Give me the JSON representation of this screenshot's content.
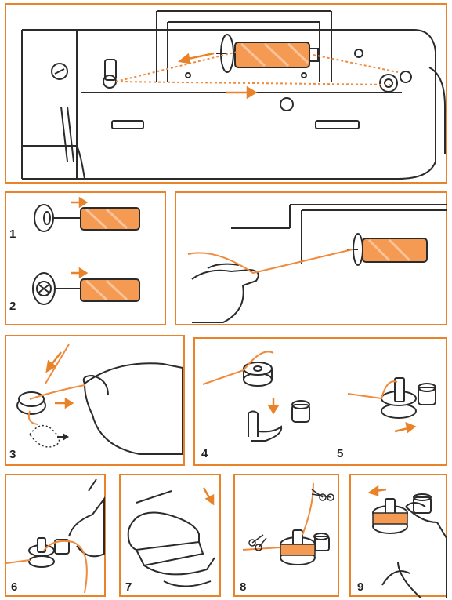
{
  "colors": {
    "accent": "#e8832a",
    "line": "#2b2b2b",
    "thread": "#f08a3c",
    "spool": "#f59a52"
  },
  "step_numbers": [
    "1",
    "2",
    "3",
    "4",
    "5",
    "6",
    "7",
    "8",
    "9"
  ]
}
